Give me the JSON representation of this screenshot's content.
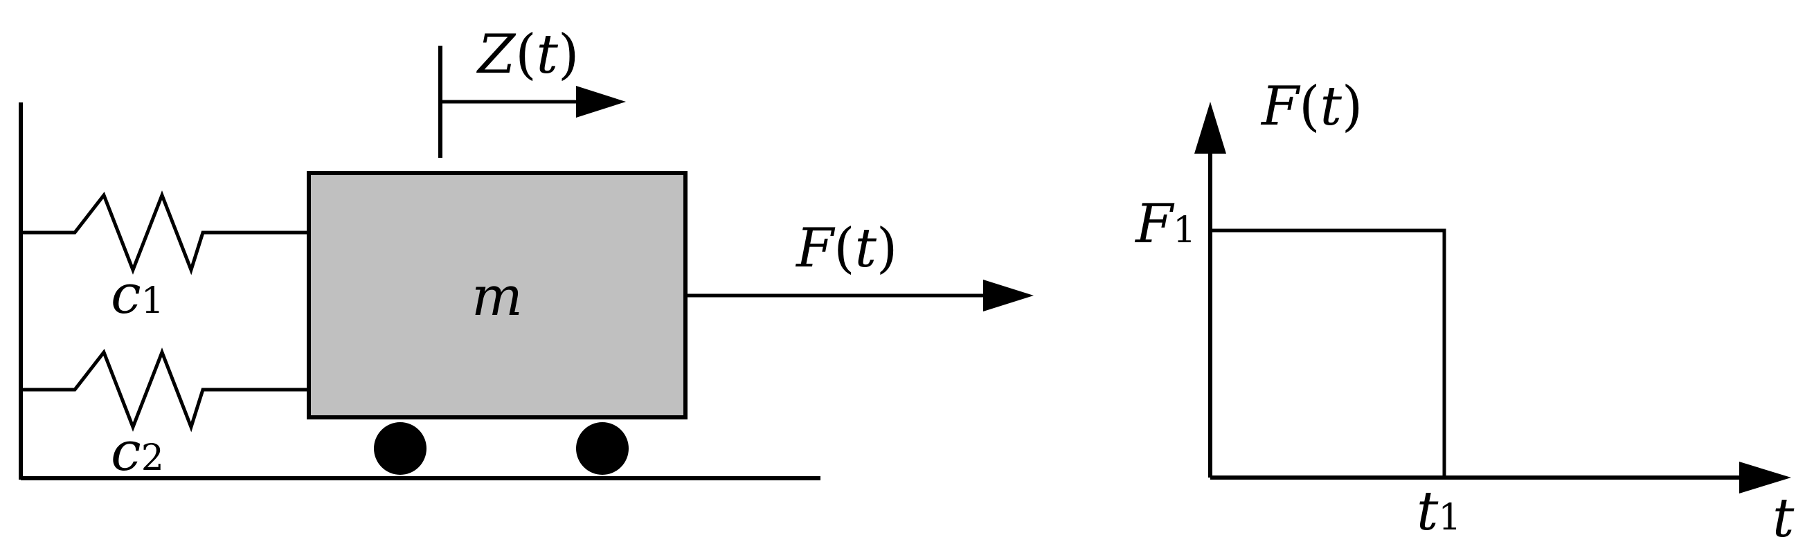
{
  "colors": {
    "line": "#000000",
    "mass_fill": "#c0c0c0",
    "background": "#ffffff"
  },
  "mass_label": "m",
  "displacement_label": {
    "name": "Z",
    "open": "(",
    "var": "t",
    "close": ")"
  },
  "force_label": {
    "name": "F",
    "open": "(",
    "var": "t",
    "close": ")"
  },
  "springs": [
    {
      "symbol": "c",
      "subscript": "1"
    },
    {
      "symbol": "c",
      "subscript": "2"
    }
  ],
  "pulse_plot": {
    "type": "rectangular pulse",
    "y_axis_label": {
      "name": "F",
      "open": "(",
      "var": "t",
      "close": ")"
    },
    "amplitude_label": {
      "symbol": "F",
      "subscript": "1"
    },
    "duration_label": {
      "symbol": "t",
      "subscript": "1"
    },
    "x_axis_label": "t"
  }
}
